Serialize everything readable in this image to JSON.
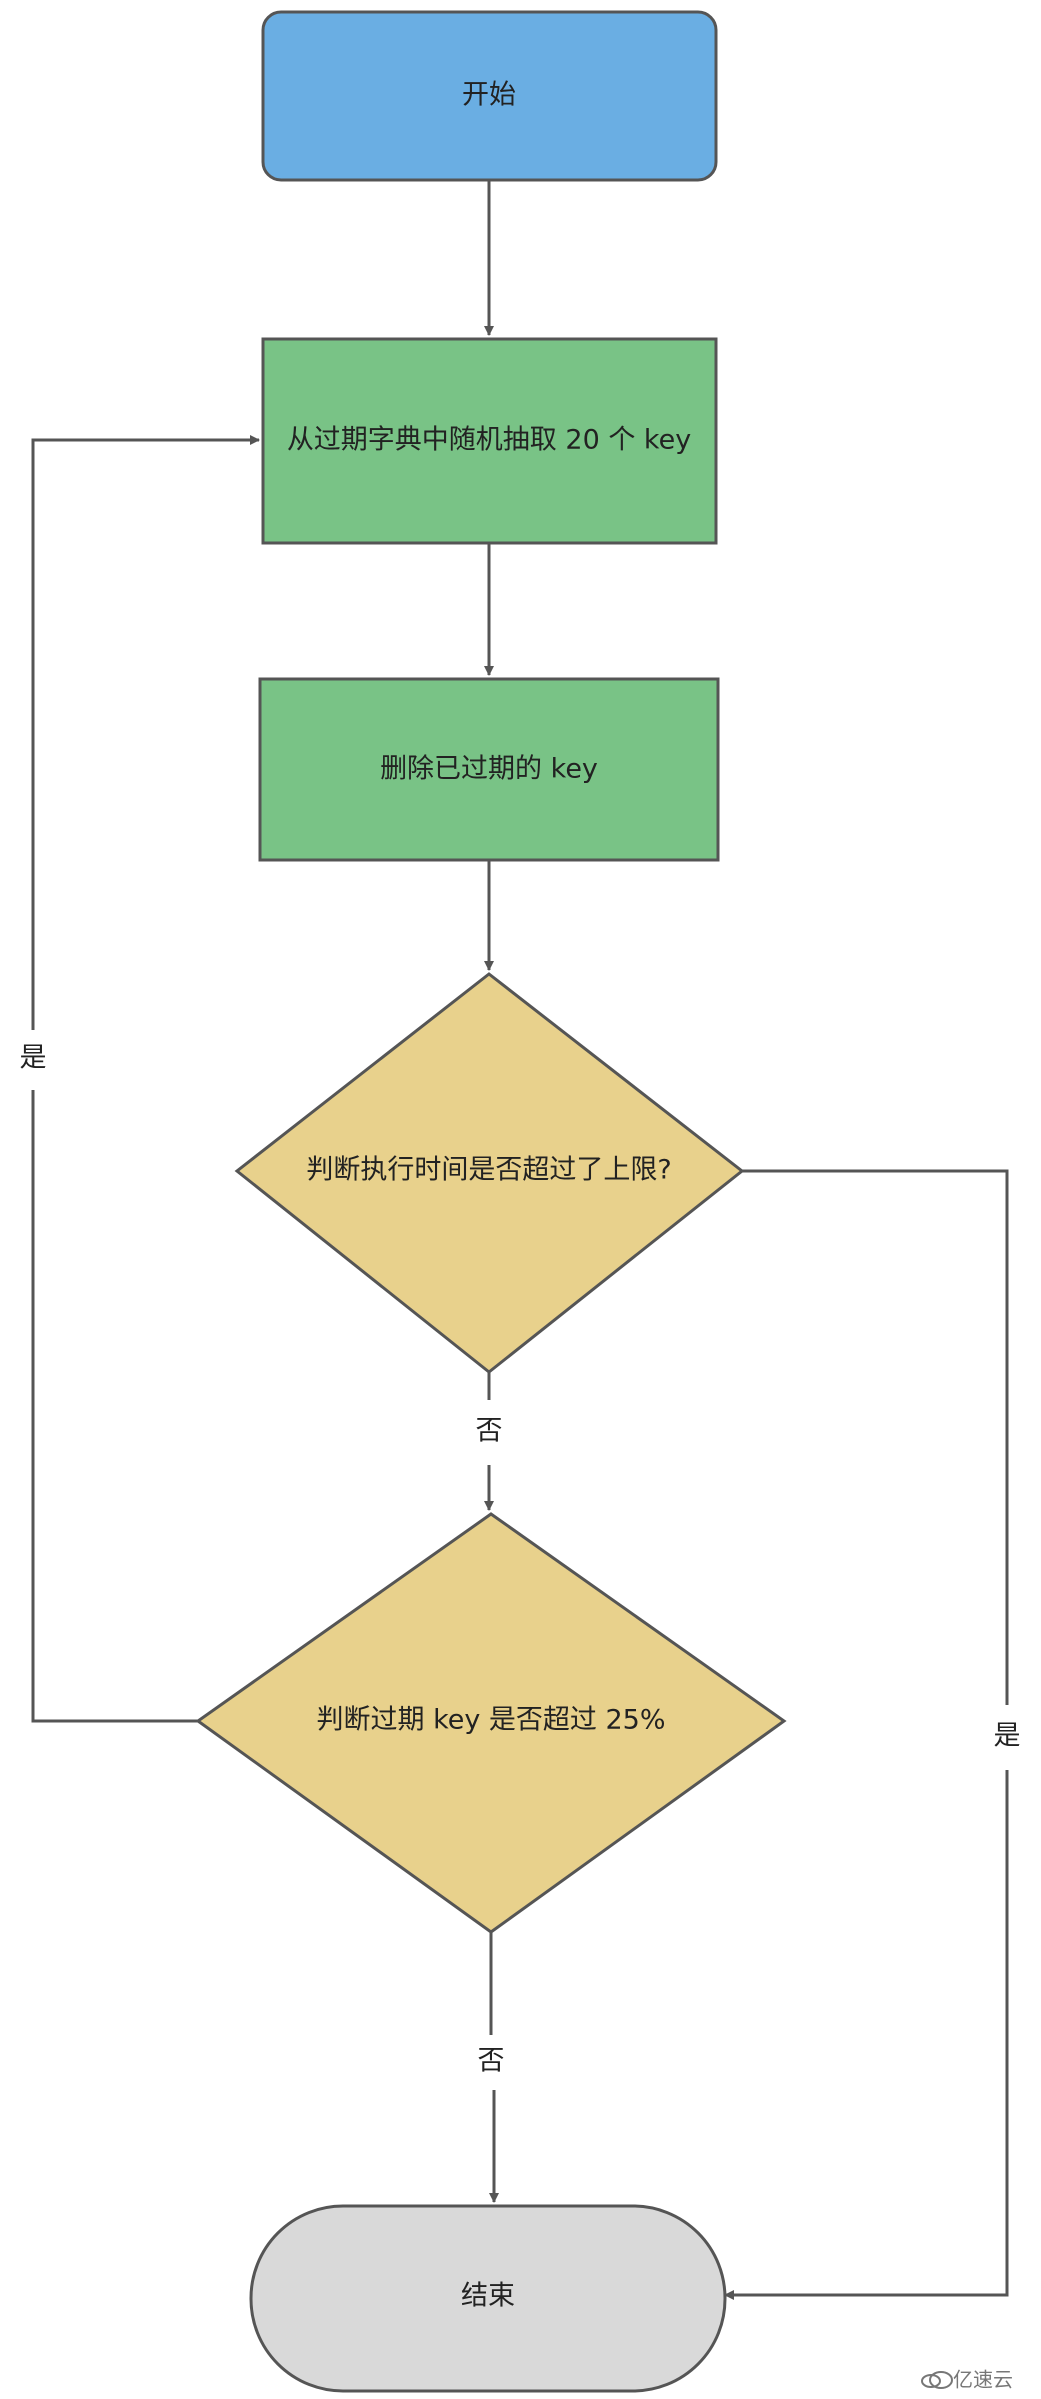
{
  "diagram": {
    "nodes": {
      "start": {
        "label": "开始",
        "color": "#6aaee3"
      },
      "sample_keys": {
        "label": "从过期字典中随机抽取 20 个 key",
        "color": "#79c386"
      },
      "delete_expired": {
        "label": "删除已过期的 key",
        "color": "#79c386"
      },
      "check_time_limit": {
        "label": "判断执行时间是否超过了上限?",
        "color": "#e8d18c"
      },
      "check_expired_ratio": {
        "label": "判断过期 key 是否超过 25%",
        "color": "#e8d18c"
      },
      "end": {
        "label": "结束",
        "color": "#d9d9d9"
      }
    },
    "edge_labels": {
      "no_after_time_check": "否",
      "no_after_ratio_check": "否",
      "yes_loop_back": "是",
      "yes_time_limit_to_end": "是"
    }
  },
  "watermark": {
    "text": "亿速云"
  }
}
